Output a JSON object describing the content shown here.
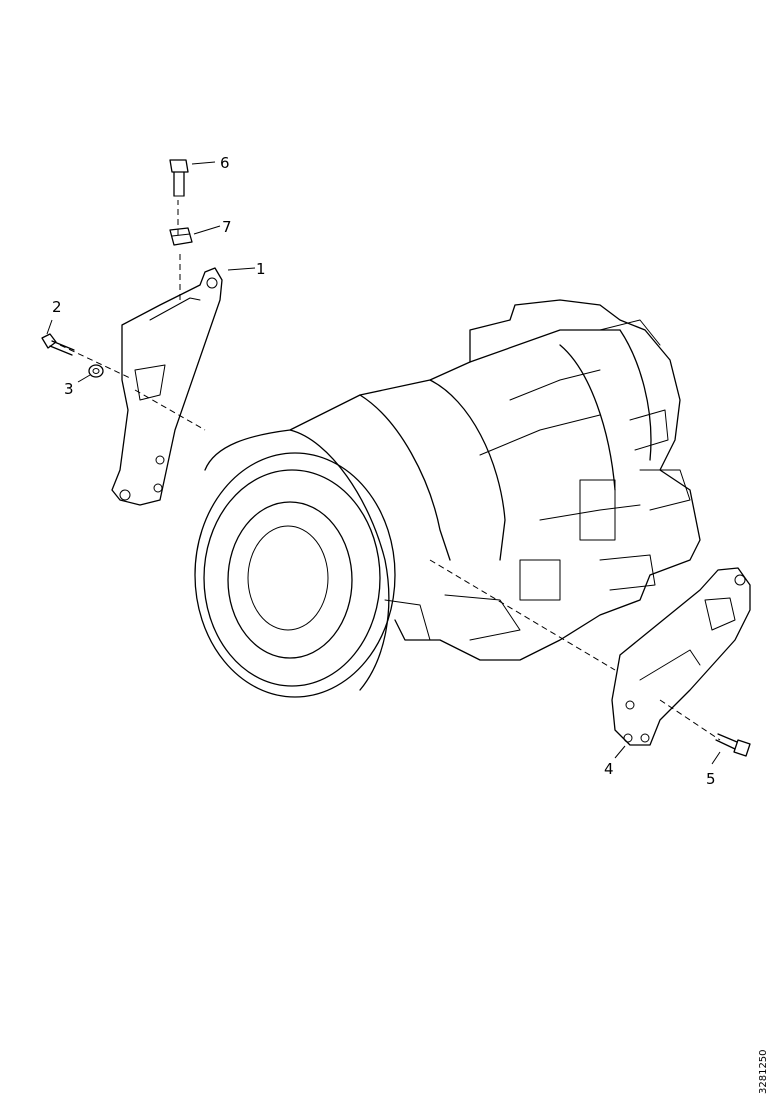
{
  "callouts": {
    "c1": "1",
    "c2": "2",
    "c3": "3",
    "c4": "4",
    "c5": "5",
    "c6": "6",
    "c7": "7"
  },
  "reference_code": "3281250",
  "colors": {
    "line": "#000000",
    "background": "#ffffff"
  }
}
